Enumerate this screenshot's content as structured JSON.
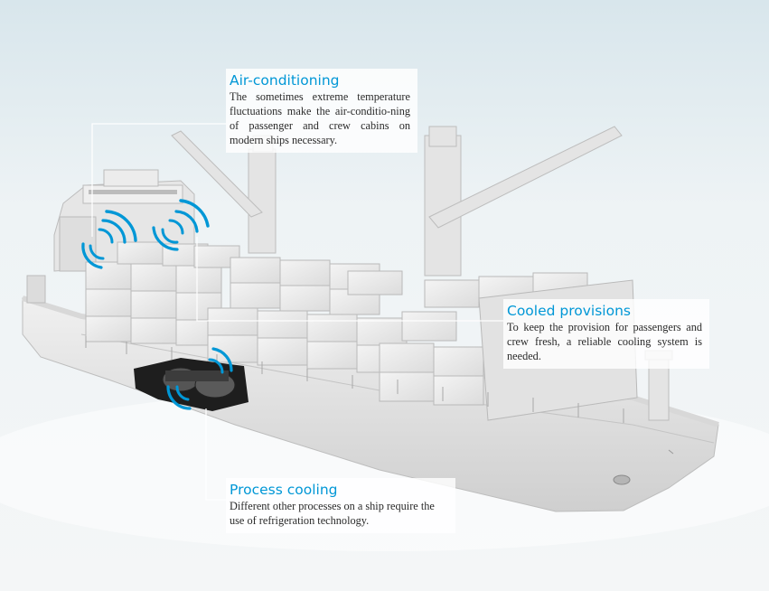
{
  "colors": {
    "accent": "#0097d6",
    "sky_top": "#dde9ee",
    "haze": "#f3f6f7",
    "hull": "#e9e9e9",
    "hull_shadow": "#c9c9c9",
    "container": "#eeeeee",
    "container_edge": "#c2c2c2",
    "engine": "#444444",
    "engine_dark": "#1c1c1c"
  },
  "callouts": {
    "air_conditioning": {
      "title": "Air-conditioning",
      "body": "The sometimes extreme temperature fluctuations make the air-conditio-ning of passenger and crew cabins on modern ships necessary."
    },
    "cooled_provisions": {
      "title": "Cooled provisions",
      "body": "To keep the provision for passengers and crew fresh, a reliable cooling system is needed."
    },
    "process_cooling": {
      "title": "Process cooling",
      "body": "Different other processes on a ship require the use of refrigeration technology."
    }
  },
  "icons": {
    "signal": "cooling-signal-icon"
  }
}
